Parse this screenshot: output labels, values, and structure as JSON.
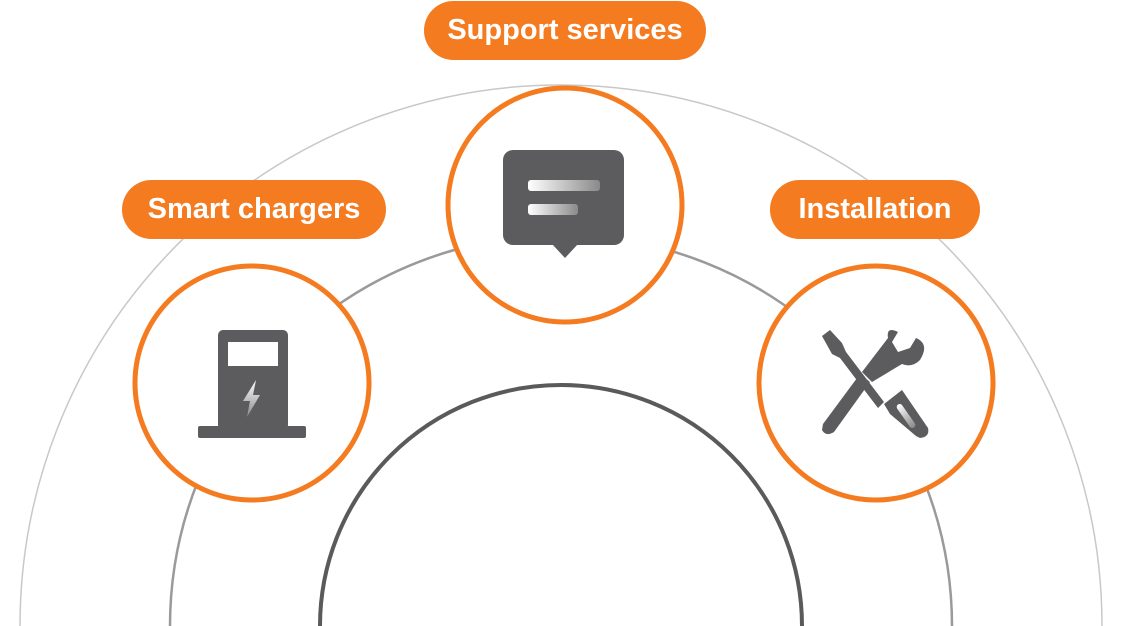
{
  "labels": {
    "support": "Support services",
    "chargers": "Smart chargers",
    "installation": "Installation"
  },
  "icons": {
    "support": "speech-bubble-icon",
    "chargers": "ev-charger-icon",
    "installation": "tools-icon"
  },
  "colors": {
    "accent": "#F47B20",
    "icon": "#5C5C5E"
  }
}
